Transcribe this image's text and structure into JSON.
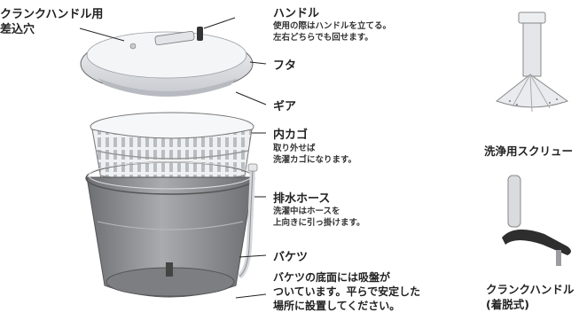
{
  "callouts": {
    "crank_slot": "クランクハンドル用\n差込穴",
    "handle": "ハンドル",
    "handle_desc": "使用の際はハンドルを立てる。\n左右どちらでも回せます。",
    "lid": "フタ",
    "gear": "ギア",
    "inner_basket": "内カゴ",
    "inner_basket_desc": "取り外せば\n洗濯カゴになります。",
    "drain_hose": "排水ホース",
    "drain_hose_desc": "洗濯中はホースを\n上向きに引っ掛けます。",
    "bucket": "バケツ",
    "bucket_note": "バケツの底面には吸盤が\nついています。平らで安定した\n場所に設置してください。"
  },
  "accessories": {
    "screw": "洗浄用スクリュー",
    "crank": "クランクハンドル\n(着脱式)"
  },
  "colors": {
    "line": "#222222",
    "plastic": "#e9ecef",
    "bucket": "#8f9195",
    "handle_dark": "#2e2e2e"
  }
}
